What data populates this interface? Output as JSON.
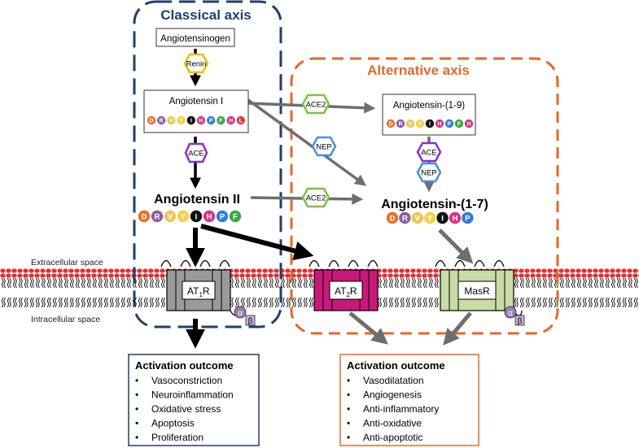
{
  "axes": {
    "classical": "Classical axis",
    "alternative": "Alternative axis"
  },
  "molecules": {
    "angiotensinogen": "Angiotensinogen",
    "ang1": "Angiotensin I",
    "ang19": "Angiotensin-(1-9)",
    "ang2": "Angiotensin II",
    "ang17": "Angiotensin-(1-7)"
  },
  "enzymes": {
    "renin": "Renin",
    "ace": "ACE",
    "ace2_a": "ACE2",
    "ace2_b": "ACE2",
    "nep_a": "NEP",
    "ace_b": "ACE",
    "nep_b": "NEP"
  },
  "sequences": {
    "ang1": [
      "D",
      "R",
      "V",
      "Y",
      "I",
      "H",
      "P",
      "F",
      "H",
      "L"
    ],
    "ang19": [
      "D",
      "R",
      "V",
      "Y",
      "I",
      "H",
      "P",
      "F",
      "H"
    ],
    "ang2": [
      "D",
      "R",
      "V",
      "Y",
      "I",
      "H",
      "P",
      "F"
    ],
    "ang17": [
      "D",
      "R",
      "V",
      "Y",
      "I",
      "H",
      "P"
    ]
  },
  "residue_colors": {
    "D": "#e8702a",
    "R": "#8e5ea2",
    "V": "#e8c85a",
    "Y": "#f2d24a",
    "I": "#111111",
    "H": "#d63384",
    "P": "#2f7fd6",
    "F": "#3aa845",
    "L": "#e23b3b"
  },
  "membrane": {
    "extracellular": "Extracellular space",
    "intracellular": "Intracellular space"
  },
  "receptors": {
    "at1r_main": "AT",
    "at1r_sub": "1",
    "at1r_end": "R",
    "at2r_main": "AT",
    "at2r_sub": "2",
    "at2r_end": "R",
    "masr": "MasR",
    "alpha": "α",
    "beta": "β"
  },
  "outcomes": {
    "classical": {
      "title": "Activation outcome",
      "items": [
        "Vasoconstriction",
        "Neuroinflammation",
        "Oxidative stress",
        "Apoptosis",
        "Proliferation"
      ]
    },
    "alternative": {
      "title": "Activation outcome",
      "items": [
        "Vasodilatation",
        "Angiogenesis",
        "Anti-inflammatory",
        "Anti-oxidative",
        "Anti-apoptotic"
      ]
    }
  },
  "colors": {
    "classical_border": "#1f3f6e",
    "alternative_border": "#e06a2c",
    "renin": "#e8c000",
    "ace": "#8b2fc9",
    "ace2": "#7cc242",
    "nep": "#4a8fd6",
    "at1r": "#9a9a9a",
    "at2r": "#c8187a",
    "masr": "#c9dba6",
    "lipid_head": "#e23030"
  }
}
